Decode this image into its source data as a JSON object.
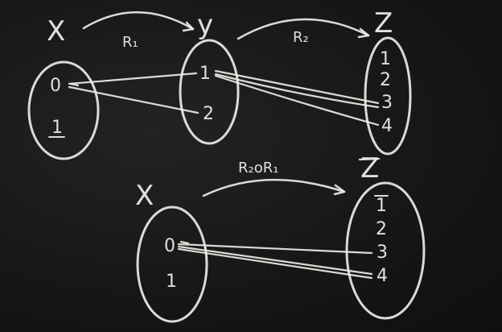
{
  "top": {
    "set_x": {
      "name": "X",
      "elements": [
        "0",
        "1"
      ]
    },
    "set_y": {
      "name": "y",
      "elements": [
        "1",
        "2"
      ]
    },
    "set_z": {
      "name": "Z",
      "elements": [
        "1",
        "2",
        "3",
        "4"
      ]
    },
    "arrow_r1": {
      "label": "R₁"
    },
    "arrow_r2": {
      "label": "R₂"
    },
    "relation_r1": [
      [
        "0",
        "1"
      ],
      [
        "0",
        "2"
      ]
    ],
    "relation_r2": [
      [
        "1",
        "3"
      ],
      [
        "1",
        "4"
      ]
    ]
  },
  "bottom": {
    "set_x": {
      "name": "X",
      "elements": [
        "0",
        "1"
      ]
    },
    "set_z": {
      "name": "Z",
      "elements": [
        "1",
        "2",
        "3",
        "4"
      ]
    },
    "arrow_composite": {
      "label": "R₂oR₁"
    },
    "relation_composite": [
      [
        "0",
        "3"
      ],
      [
        "0",
        "4"
      ]
    ]
  },
  "colors": {
    "board": "#141414",
    "chalk": "#ecebe6"
  }
}
